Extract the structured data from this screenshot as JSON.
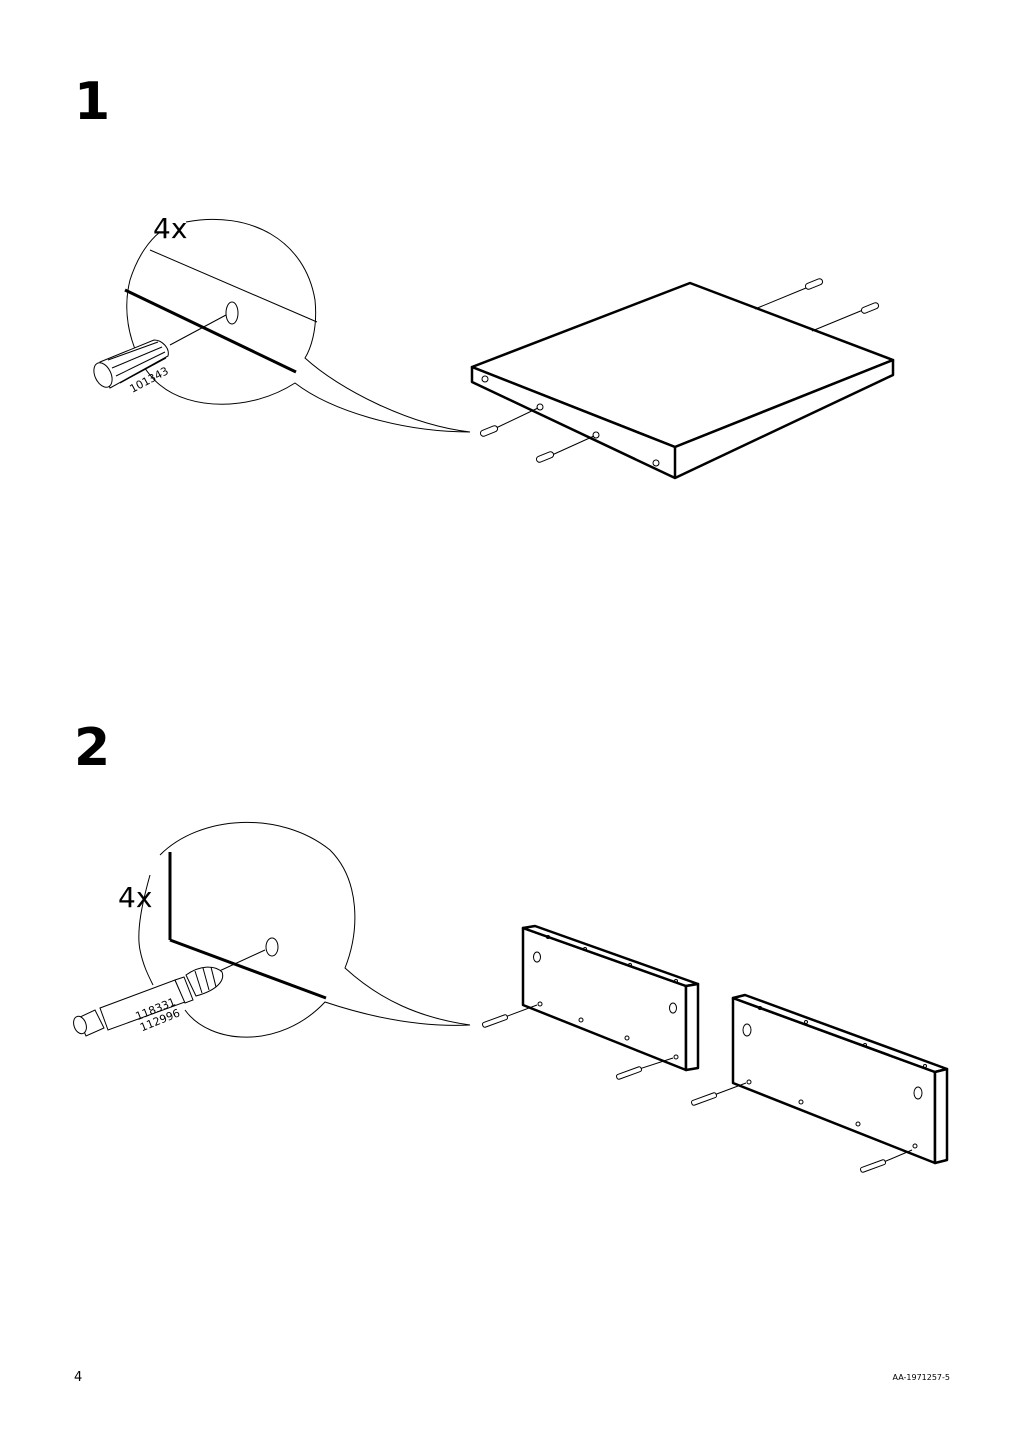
{
  "steps": [
    {
      "number": "1",
      "quantity": "4x",
      "part_numbers": "101343"
    },
    {
      "number": "2",
      "quantity": "4x",
      "part_numbers": "118331\n112996"
    }
  ],
  "footer": {
    "page_number": "4",
    "document_code": "AA-1971257-5"
  }
}
